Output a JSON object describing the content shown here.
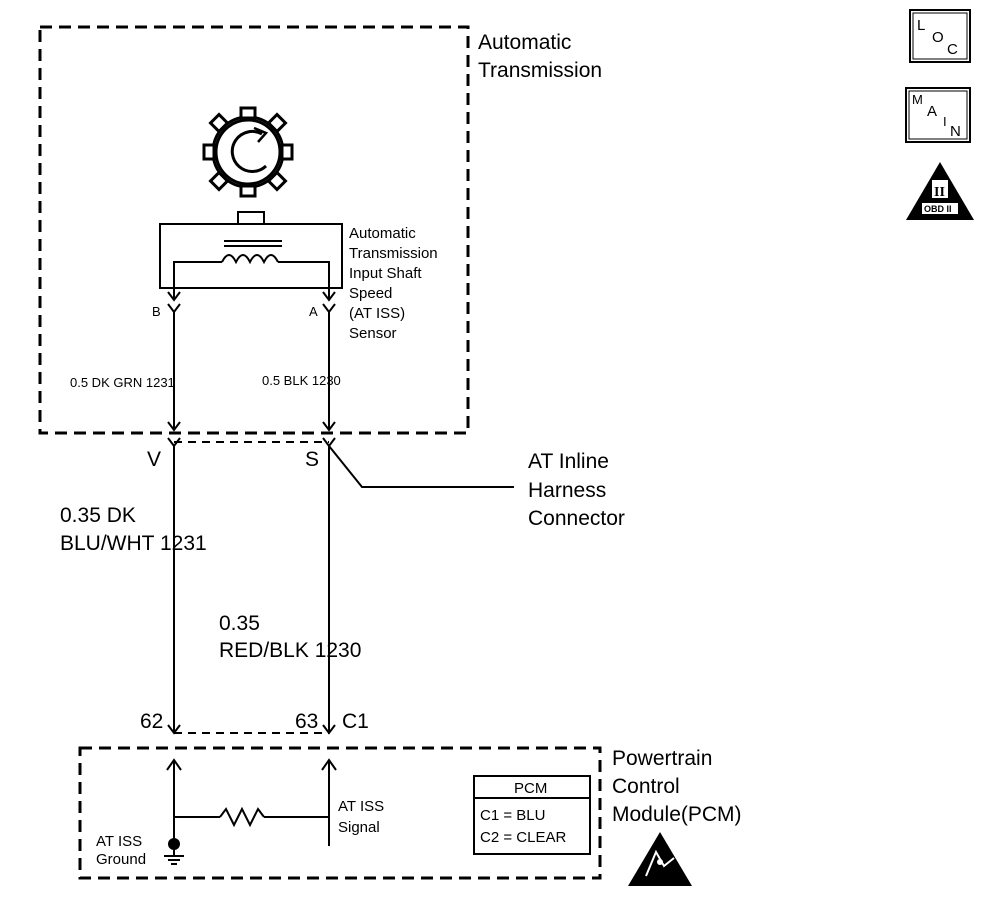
{
  "transmission": {
    "title_line1": "Automatic",
    "title_line2": "Transmission"
  },
  "sensor": {
    "line1": "Automatic",
    "line2": "Transmission",
    "line3": "Input Shaft",
    "line4": "Speed",
    "line5": "(AT ISS)",
    "line6": "Sensor",
    "pin_b": "B",
    "pin_a": "A"
  },
  "wires_upper": {
    "left": "0.5 DK GRN  1231",
    "right": "0.5 BLK  1230"
  },
  "inline_connector": {
    "pin_v": "V",
    "pin_s": "S",
    "line1": "AT Inline",
    "line2": "Harness",
    "line3": "Connector"
  },
  "wires_lower": {
    "left_line1": "0.35 DK",
    "left_line2": "BLU/WHT  1231",
    "right_line1": "0.35",
    "right_line2": "RED/BLK  1230"
  },
  "pcm_pins": {
    "pin_62": "62",
    "pin_63": "63",
    "connector": "C1"
  },
  "pcm": {
    "title_line1": "Powertrain",
    "title_line2": "Control",
    "title_line3": "Module(PCM)",
    "ground_line1": "AT ISS",
    "ground_line2": "Ground",
    "signal_line1": "AT ISS",
    "signal_line2": "Signal",
    "table_header": "PCM",
    "table_c1": "C1 = BLU",
    "table_c2": "C2 = CLEAR"
  },
  "side_icons": {
    "loc_l": "L",
    "loc_o": "O",
    "loc_c": "C",
    "main_m": "M",
    "main_a": "A",
    "main_i": "I",
    "main_n": "N",
    "obd_roman": "II",
    "obd_text": "OBD II"
  },
  "icons": [
    "reluctor-wheel-icon",
    "coil-icon",
    "resistor-icon",
    "ground-icon",
    "esd-warning-icon",
    "loc-icon",
    "main-icon",
    "obd-ii-icon"
  ]
}
